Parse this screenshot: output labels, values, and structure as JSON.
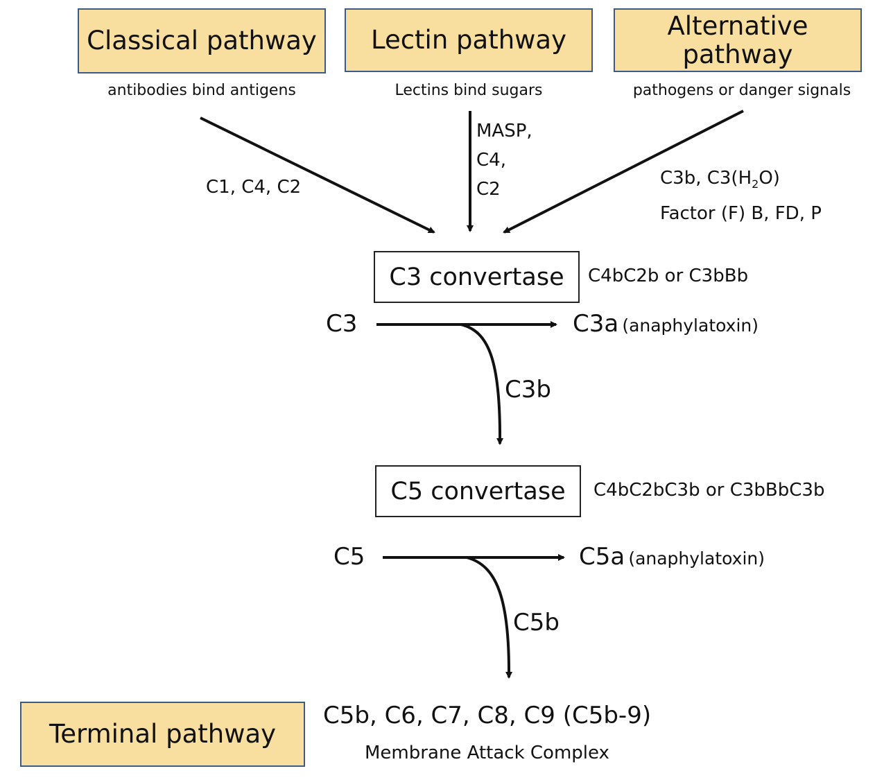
{
  "pathways": {
    "classical": {
      "title": "Classical pathway",
      "subtitle": "antibodies bind antigens",
      "factors": "C1, C4, C2"
    },
    "lectin": {
      "title": "Lectin pathway",
      "subtitle": "Lectins bind sugars",
      "factors": [
        "MASP,",
        "C4,",
        "C2"
      ]
    },
    "alternative": {
      "title": "Alternative pathway",
      "subtitle": "pathogens or danger signals",
      "factors_line1_pre": "C3b, C3(H",
      "factors_line1_sub": "2",
      "factors_line1_post": "O)",
      "factors_line2": "Factor (F) B, FD, P"
    }
  },
  "c3_convertase": {
    "label": "C3 convertase",
    "note": "C4bC2b or C3bBb"
  },
  "c3_cleavage": {
    "substrate": "C3",
    "product_a": "C3a",
    "product_a_note": "(anaphylatoxin)",
    "product_b": "C3b"
  },
  "c5_convertase": {
    "label": "C5 convertase",
    "note": "C4bC2bC3b or C3bBbC3b"
  },
  "c5_cleavage": {
    "substrate": "C5",
    "product_a": "C5a",
    "product_a_note": "(anaphylatoxin)",
    "product_b": "C5b"
  },
  "terminal": {
    "title": "Terminal pathway",
    "components": "C5b, C6, C7, C8, C9 (C5b-9)",
    "complex": "Membrane Attack Complex"
  },
  "colors": {
    "pathway_fill": "#f8df9f",
    "pathway_border": "#3b5a86",
    "line": "#111111"
  }
}
